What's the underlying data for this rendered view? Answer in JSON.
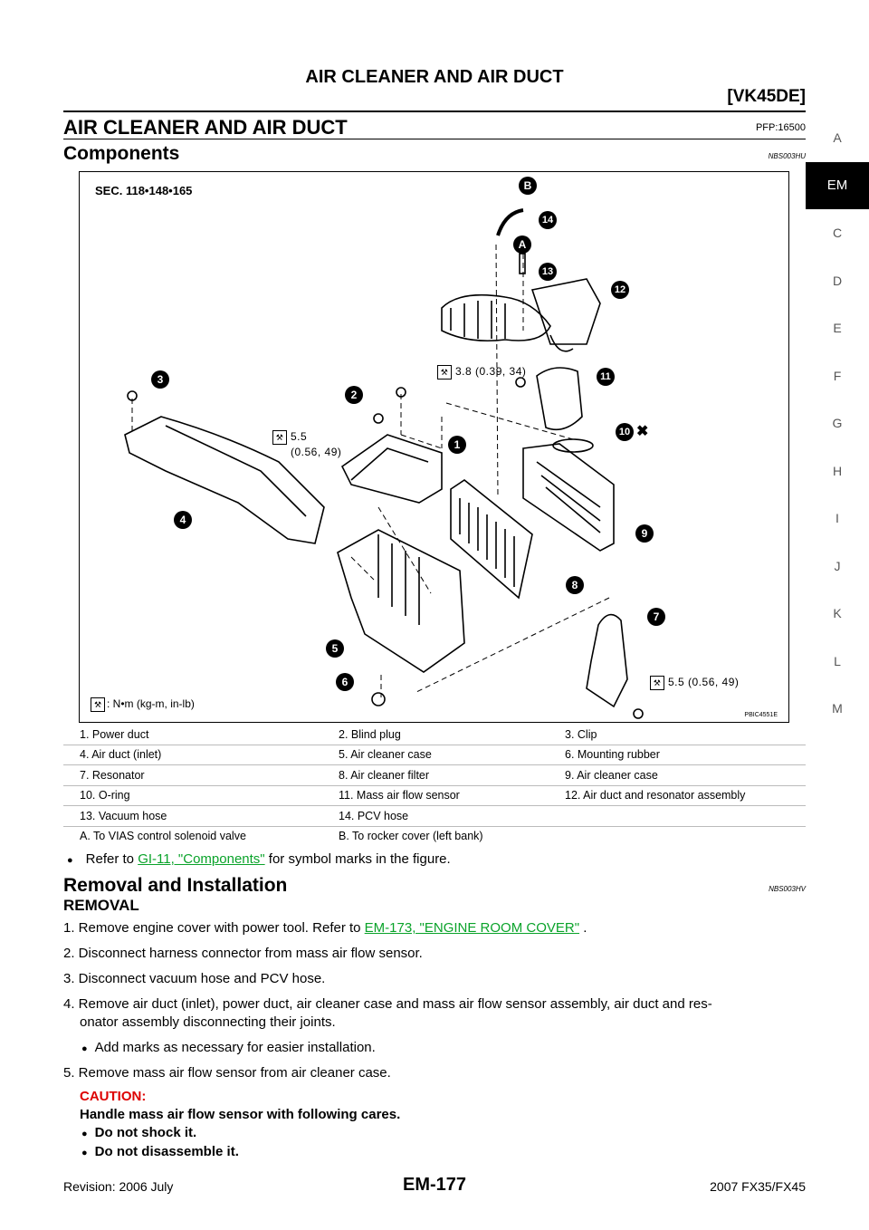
{
  "header": {
    "title": "AIR CLEANER AND AIR DUCT",
    "model": "[VK45DE]"
  },
  "side_tabs": [
    "A",
    "EM",
    "C",
    "D",
    "E",
    "F",
    "G",
    "H",
    "I",
    "J",
    "K",
    "L",
    "M"
  ],
  "active_tab": "EM",
  "section": {
    "title": "AIR CLEANER AND AIR DUCT",
    "pfp": "PFP:16500"
  },
  "components": {
    "title": "Components",
    "code": "NBS003HU"
  },
  "figure": {
    "sec": "SEC. 118•148•165",
    "torque_legend": ": N•m (kg-m, in-lb)",
    "torque_values": [
      "3.8 (0.39, 34)",
      "5.5",
      "(0.56, 49)",
      "5.5 (0.56, 49)"
    ],
    "callouts": [
      "1",
      "2",
      "3",
      "4",
      "5",
      "6",
      "7",
      "8",
      "9",
      "10",
      "11",
      "12",
      "13",
      "14"
    ],
    "letters": [
      "A",
      "B"
    ],
    "fig_id": "PBIC4551E"
  },
  "parts": [
    [
      "1.  Power duct",
      "2.  Blind plug",
      "3.  Clip"
    ],
    [
      "4.  Air duct (inlet)",
      "5.  Air cleaner case",
      "6.  Mounting rubber"
    ],
    [
      "7.  Resonator",
      "8.  Air cleaner filter",
      "9.  Air cleaner case"
    ],
    [
      "10.  O-ring",
      "11.  Mass air flow sensor",
      "12.  Air duct and resonator assembly"
    ],
    [
      "13.  Vacuum hose",
      "14.  PCV hose",
      ""
    ],
    [
      "A.  To VIAS control solenoid valve",
      "B.  To rocker cover (left bank)",
      ""
    ]
  ],
  "refer": {
    "pre": "Refer to ",
    "link": "GI-11, \"Components\"",
    "post": "  for symbol marks in the figure."
  },
  "removal": {
    "title": "Removal and Installation",
    "code": "NBS003HV",
    "subtitle": "REMOVAL"
  },
  "steps": {
    "s1_pre": "1.  Remove engine cover with power tool. Refer to ",
    "s1_link": "EM-173, \"ENGINE ROOM COVER\"",
    "s1_post": " .",
    "s2": "2.  Disconnect harness connector from mass air flow sensor.",
    "s3": "3.  Disconnect vacuum hose and PCV hose.",
    "s4a": "4.  Remove air duct (inlet), power duct, air cleaner case and mass air flow sensor assembly, air duct and res-",
    "s4b": "onator assembly disconnecting their joints.",
    "s4_bullet": "Add marks as necessary for easier installation.",
    "s5": "5.  Remove mass air flow sensor from air cleaner case."
  },
  "caution": {
    "label": "CAUTION:",
    "text": "Handle mass air flow sensor with following cares.",
    "b1": "Do not shock it.",
    "b2": "Do not disassemble it."
  },
  "footer": {
    "revision": "Revision: 2006 July",
    "page": "EM-177",
    "model": "2007 FX35/FX45"
  }
}
